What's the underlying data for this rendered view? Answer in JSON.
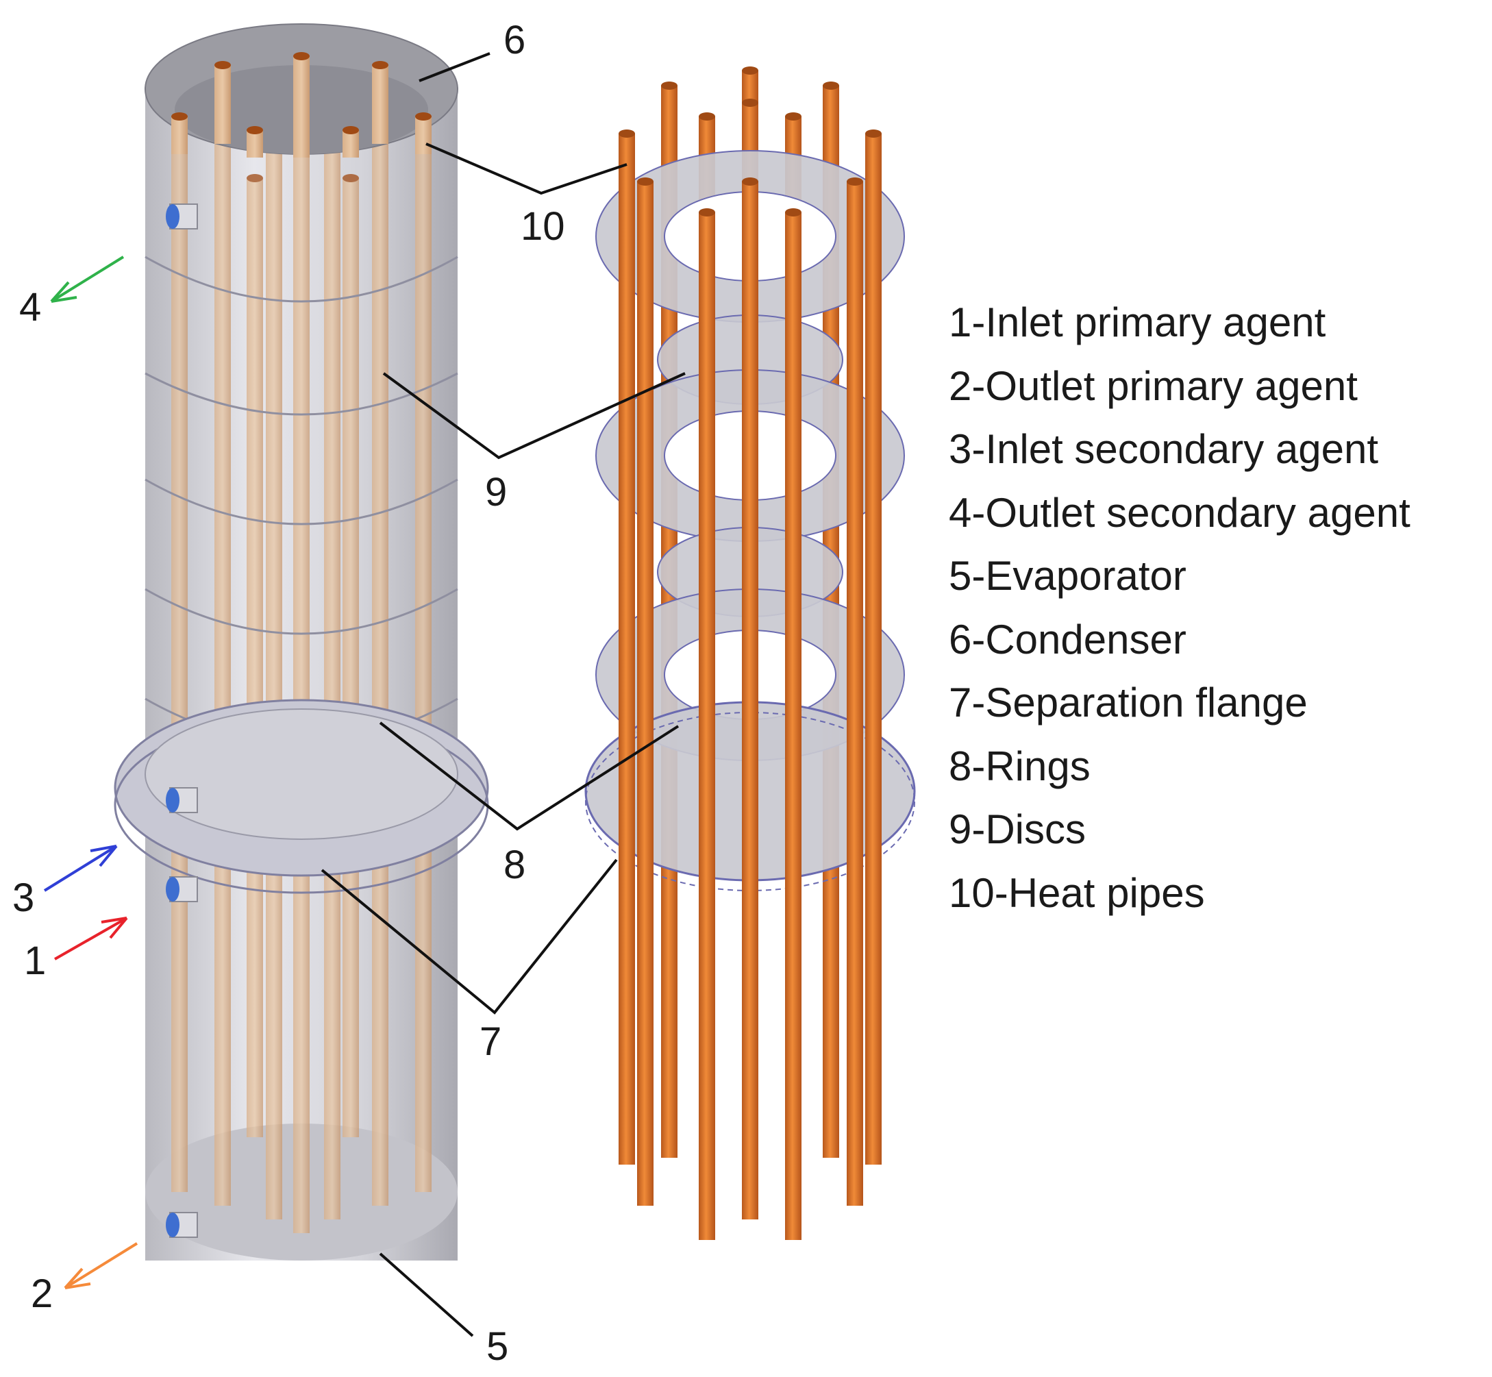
{
  "legend": [
    "1-Inlet primary agent",
    "2-Outlet primary agent",
    "3-Inlet secondary agent",
    "4-Outlet secondary agent",
    "5-Evaporator",
    "6-Condenser",
    "7-Separation flange",
    "8-Rings",
    "9-Discs",
    "10-Heat pipes"
  ],
  "callouts": [
    "1",
    "2",
    "3",
    "4",
    "5",
    "6",
    "7",
    "8",
    "9",
    "10"
  ],
  "colors": {
    "pipe": "#e07b2a",
    "shell": "#c9c9cf",
    "leader": "#111111",
    "arrow_inlet_primary": "#e8222b",
    "arrow_outlet_primary": "#f58a3a",
    "arrow_inlet_secondary": "#2f3fd6",
    "arrow_outlet_secondary": "#2fb24a"
  }
}
